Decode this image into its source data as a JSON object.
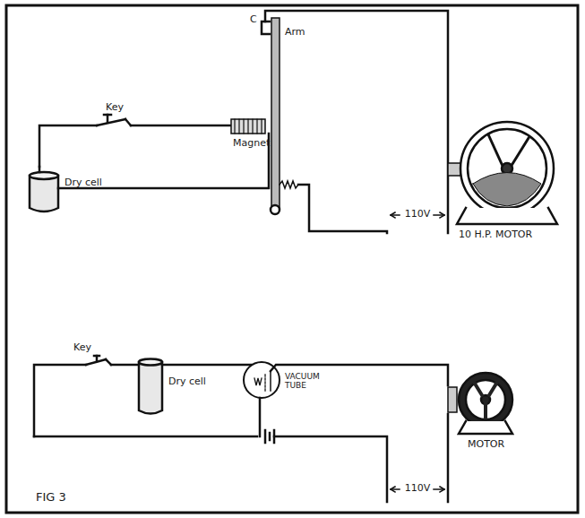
{
  "diagram": {
    "caption": "FIG 3",
    "labels": [
      "C",
      "Arm",
      "Key",
      "Magnet",
      "Dry cell",
      "10 H.P. MOTOR",
      "110V",
      "Key",
      "Dry cell",
      "VACUUM TUBE",
      "MOTOR",
      "110V"
    ]
  }
}
